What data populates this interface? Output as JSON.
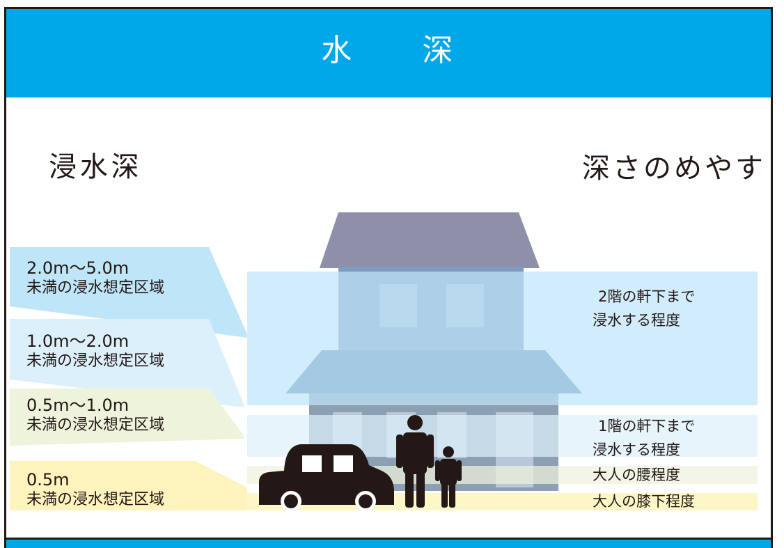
{
  "header": {
    "title": "水　　深"
  },
  "headings": {
    "left": "浸水深",
    "right": "深さのめやす"
  },
  "depth_zones": [
    {
      "range": "2.0m〜5.0m",
      "area": "未満の浸水想定区域",
      "color": "#bfe5f8"
    },
    {
      "range": "1.0m〜2.0m",
      "area": "未満の浸水想定区域",
      "color": "#dcf0fb"
    },
    {
      "range": "0.5m〜1.0m",
      "area": "未満の浸水想定区域",
      "color": "#eef3dc"
    },
    {
      "range": "0.5m",
      "area": "未満の浸水想定区域",
      "color": "#fdf4bd"
    }
  ],
  "guides": {
    "second_floor": [
      "2階の軒下まで",
      "浸水する程度"
    ],
    "first_floor": [
      "1階の軒下まで",
      "浸水する程度"
    ],
    "waist": "大人の腰程度",
    "knee": "大人の膝下程度"
  },
  "colors": {
    "accent": "#00a7e9",
    "roof": "#8e8fa8",
    "wall": "#7f9bbd",
    "eave": "#5b82ad",
    "figure": "#231815"
  }
}
